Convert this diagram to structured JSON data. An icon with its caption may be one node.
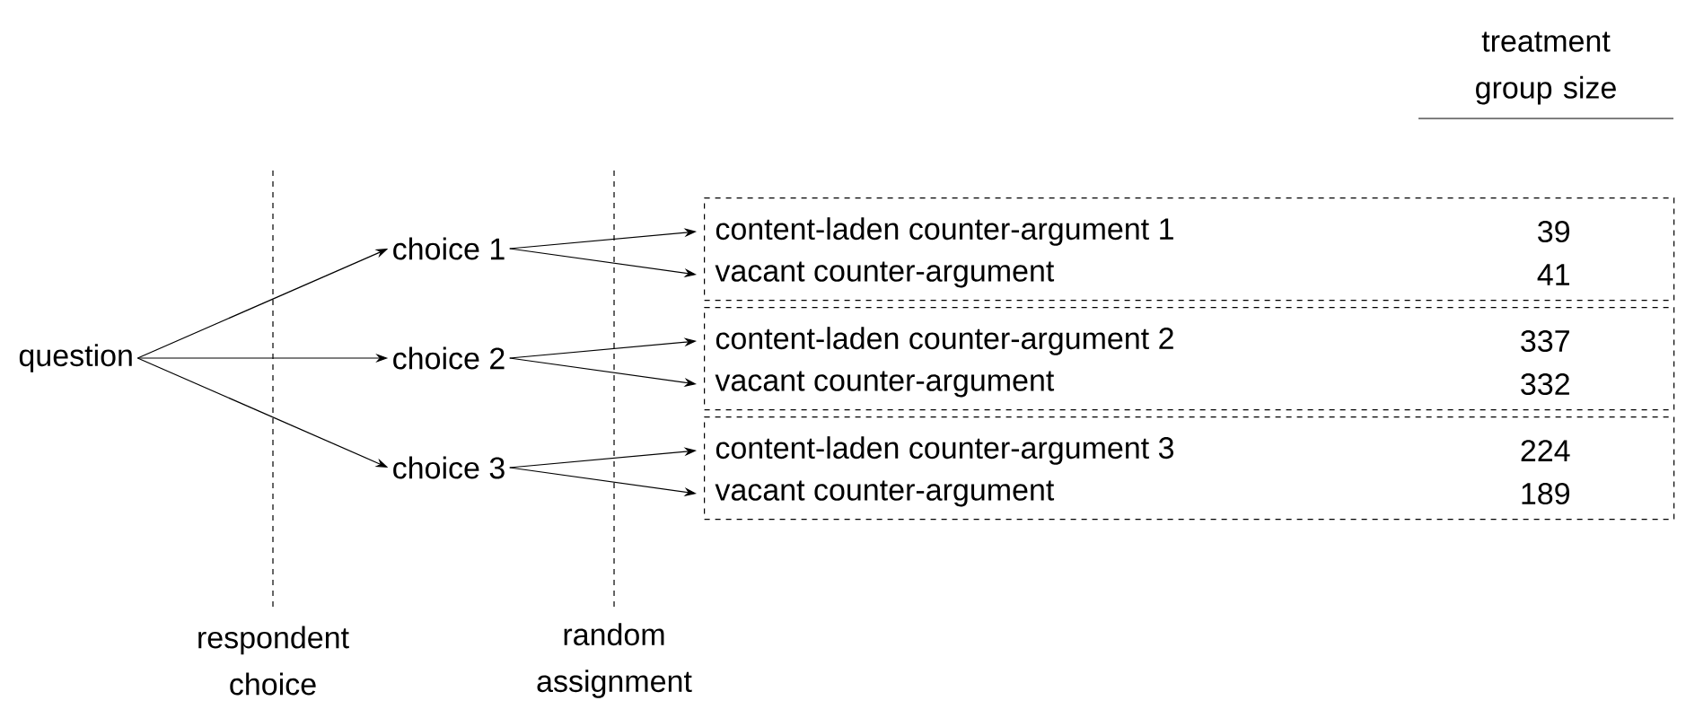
{
  "diagram": {
    "nodes": [
      {
        "text": [
          "question"
        ]
      },
      {
        "text": [
          "choice 1"
        ]
      },
      {
        "text": [
          "choice 2"
        ]
      },
      {
        "text": [
          "choice 3"
        ]
      },
      {
        "text": [],
        "shape": "box"
      },
      {
        "text": [
          "content-laden counter-argument 1"
        ],
        "in": 4
      },
      {
        "text": [
          "vacant counter-argument"
        ],
        "in": 4
      },
      {
        "text": [],
        "shape": "box"
      },
      {
        "text": [
          "content-laden counter-argument 2"
        ],
        "in": 7
      },
      {
        "text": [
          "vacant counter-argument"
        ],
        "in": 7
      },
      {
        "text": [],
        "shape": "box"
      },
      {
        "text": [
          "content-laden counter-argument 3"
        ],
        "in": 10
      },
      {
        "text": [
          "vacant counter-argument"
        ],
        "in": 10
      }
    ],
    "edges": [
      {
        "from": 0,
        "to": 1,
        "arrow": "to"
      },
      {
        "from": 0,
        "to": 2,
        "arrow": "to"
      },
      {
        "from": 0,
        "to": 3,
        "arrow": "to"
      },
      {
        "from": 1,
        "to": 5,
        "arrow": "to"
      },
      {
        "from": 1,
        "to": 6,
        "arrow": "to"
      },
      {
        "from": 2,
        "to": 8,
        "arrow": "to"
      },
      {
        "from": 2,
        "to": 9,
        "arrow": "to"
      },
      {
        "from": 3,
        "to": 11,
        "arrow": "to"
      },
      {
        "from": 3,
        "to": 12,
        "arrow": "to"
      }
    ],
    "labels": [
      "treatment group size",
      "39",
      "41",
      "337",
      "332",
      "224",
      "189",
      "respondent choice",
      "random assignment"
    ]
  }
}
